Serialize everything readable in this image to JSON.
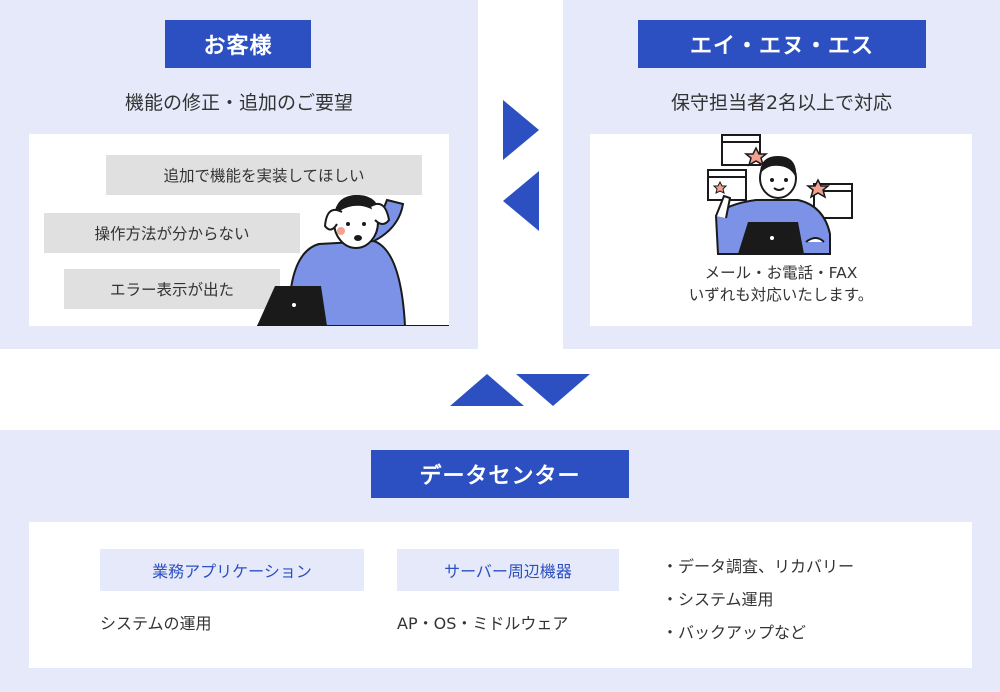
{
  "customer": {
    "title": "お客様",
    "subtitle": "機能の修正・追加のご要望",
    "requests": [
      "追加で機能を実装してほしい",
      "操作方法が分からない",
      "エラー表示が出た"
    ]
  },
  "ans": {
    "title": "エイ・エヌ・エス",
    "subtitle": "保守担当者2名以上で対応",
    "support_line1": "メール・お電話・FAX",
    "support_line2": "いずれも対応いたします。"
  },
  "datacenter": {
    "title": "データセンター",
    "business_app": {
      "label": "業務アプリケーション",
      "desc": "システムの運用"
    },
    "server": {
      "label": "サーバー周辺機器",
      "desc": "AP・OS・ミドルウェア"
    },
    "extras": [
      "・データ調査、リカバリー",
      "・システム運用",
      "・バックアップなど"
    ]
  },
  "colors": {
    "accent": "#2c50c2",
    "panel_bg": "#e5e9f9",
    "bubble_bg": "#e0e0e0",
    "person": "#7b92e6",
    "star": "#f2a28f"
  }
}
